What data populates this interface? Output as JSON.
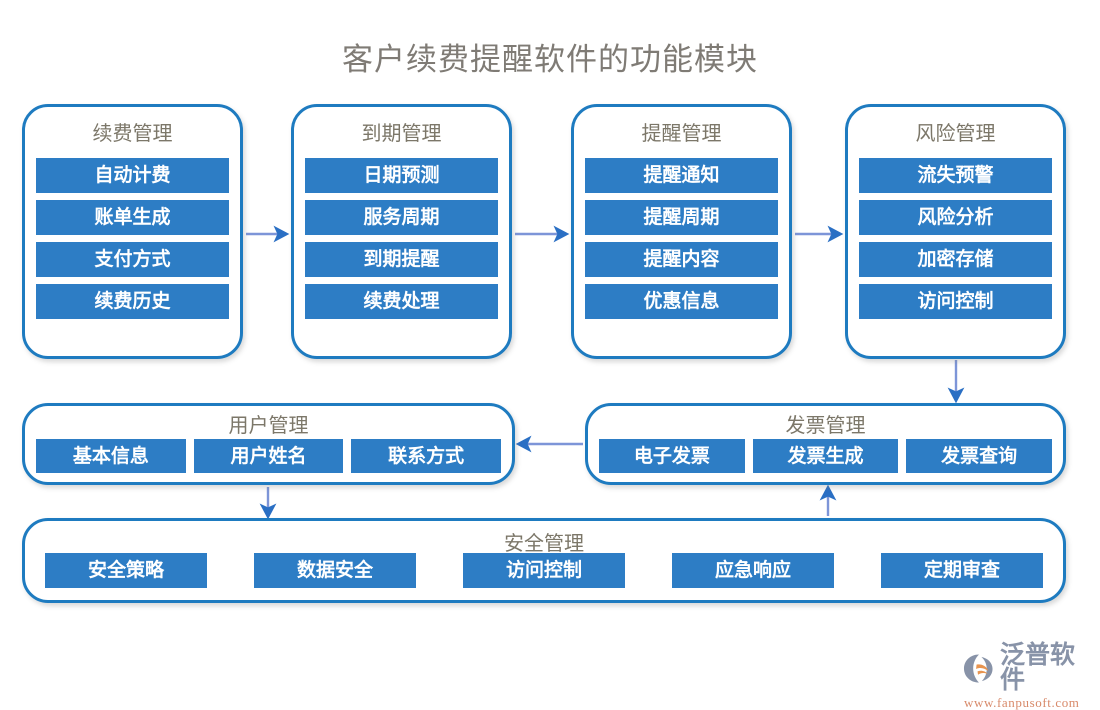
{
  "page": {
    "title": "客户续费提醒软件的功能模块",
    "background": "#ffffff",
    "accent_blue": "#2d7dc5",
    "border_blue": "#1e7bc0",
    "title_color": "#7f7b75",
    "card_title_color": "#7c7769",
    "connector_line_color": "#7d95d8",
    "connector_arrow_color": "#2a6fc4"
  },
  "columns": [
    {
      "id": "renew",
      "title": "续费管理",
      "items": [
        "自动计费",
        "账单生成",
        "支付方式",
        "续费历史"
      ]
    },
    {
      "id": "expiry",
      "title": "到期管理",
      "items": [
        "日期预测",
        "服务周期",
        "到期提醒",
        "续费处理"
      ]
    },
    {
      "id": "remind",
      "title": "提醒管理",
      "items": [
        "提醒通知",
        "提醒周期",
        "提醒内容",
        "优惠信息"
      ]
    },
    {
      "id": "risk",
      "title": "风险管理",
      "items": [
        "流失预警",
        "风险分析",
        "加密存储",
        "访问控制"
      ]
    }
  ],
  "middle": [
    {
      "id": "user",
      "title": "用户管理",
      "items": [
        "基本信息",
        "用户姓名",
        "联系方式"
      ]
    },
    {
      "id": "invoice",
      "title": "发票管理",
      "items": [
        "电子发票",
        "发票生成",
        "发票查询"
      ]
    }
  ],
  "security": {
    "id": "security",
    "title": "安全管理",
    "items": [
      "安全策略",
      "数据安全",
      "访问控制",
      "应急响应",
      "定期审查"
    ]
  },
  "connectors": [
    {
      "name": "renew-to-expiry",
      "direction": "right"
    },
    {
      "name": "expiry-to-remind",
      "direction": "right"
    },
    {
      "name": "remind-to-risk",
      "direction": "right"
    },
    {
      "name": "risk-to-invoice",
      "direction": "down"
    },
    {
      "name": "invoice-to-user",
      "direction": "left"
    },
    {
      "name": "user-to-security",
      "direction": "down"
    },
    {
      "name": "security-to-invoice",
      "direction": "up"
    }
  ],
  "logo": {
    "name": "泛普软件",
    "url": "www.fanpusoft.com",
    "mark_color": "#8893a8",
    "mark_accent": "#e8944f",
    "word_color": "#8893a8",
    "url_color": "#d88a6a"
  }
}
